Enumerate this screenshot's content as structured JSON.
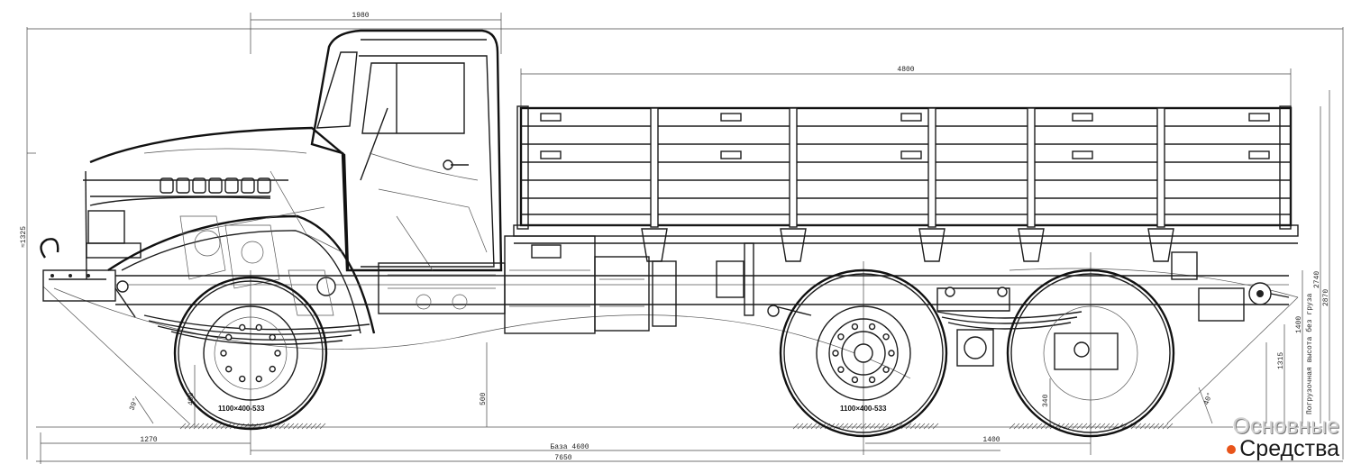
{
  "dimensions": {
    "cab_width": "1980",
    "bed_length": "4800",
    "front_overhang": "1270",
    "wheelbase": "База 4600",
    "rear_spacing": "1400",
    "overall_length": "7650",
    "approach_angle": "39°",
    "departure_angle": "40°",
    "clearance_front": "400",
    "clearance_mid": "500",
    "clearance_rear": "340",
    "bed_height": "1400",
    "overall_height": "2870",
    "total_height": "2740",
    "side_note": "Погрузочная высота без груза",
    "hitch_height": "1315",
    "axle_note": "≈1325"
  },
  "tires": {
    "front": "1100×400-533",
    "rear": "1100×400-533"
  },
  "watermark": {
    "line1": "Основные",
    "line2": "Средства"
  }
}
